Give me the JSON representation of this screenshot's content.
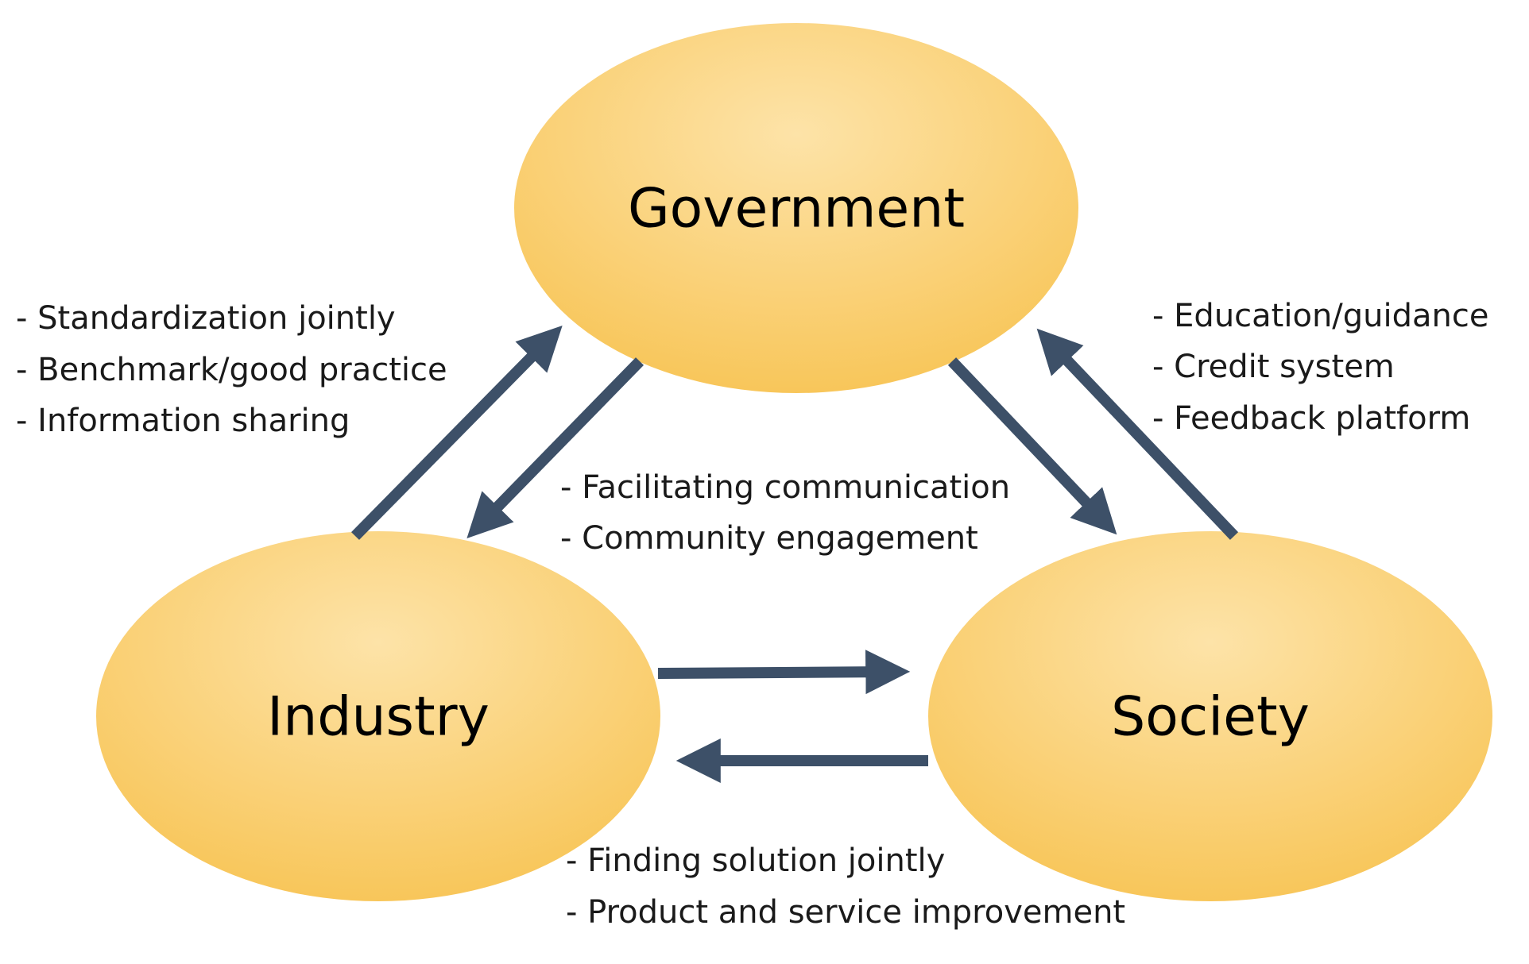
{
  "colors": {
    "node_fill": "#f8c65a",
    "node_fill_light": "#fde2a4",
    "arrow": "#3d5068",
    "text": "#1a1a1a"
  },
  "nodes": {
    "government": "Government",
    "industry": "Industry",
    "society": "Society"
  },
  "notes": {
    "industry_government": [
      "- Standardization jointly",
      "- Benchmark/good practice",
      "- Information sharing"
    ],
    "government_society": [
      "- Education/guidance",
      "- Credit system",
      "- Feedback platform"
    ],
    "center": [
      "- Facilitating communication",
      "- Community engagement"
    ],
    "industry_society": [
      "- Finding solution jointly",
      "- Product and service improvement"
    ]
  },
  "arrows": [
    {
      "from": "Industry",
      "to": "Government"
    },
    {
      "from": "Government",
      "to": "Industry"
    },
    {
      "from": "Government",
      "to": "Society"
    },
    {
      "from": "Society",
      "to": "Government"
    },
    {
      "from": "Industry",
      "to": "Society"
    },
    {
      "from": "Society",
      "to": "Industry"
    }
  ]
}
